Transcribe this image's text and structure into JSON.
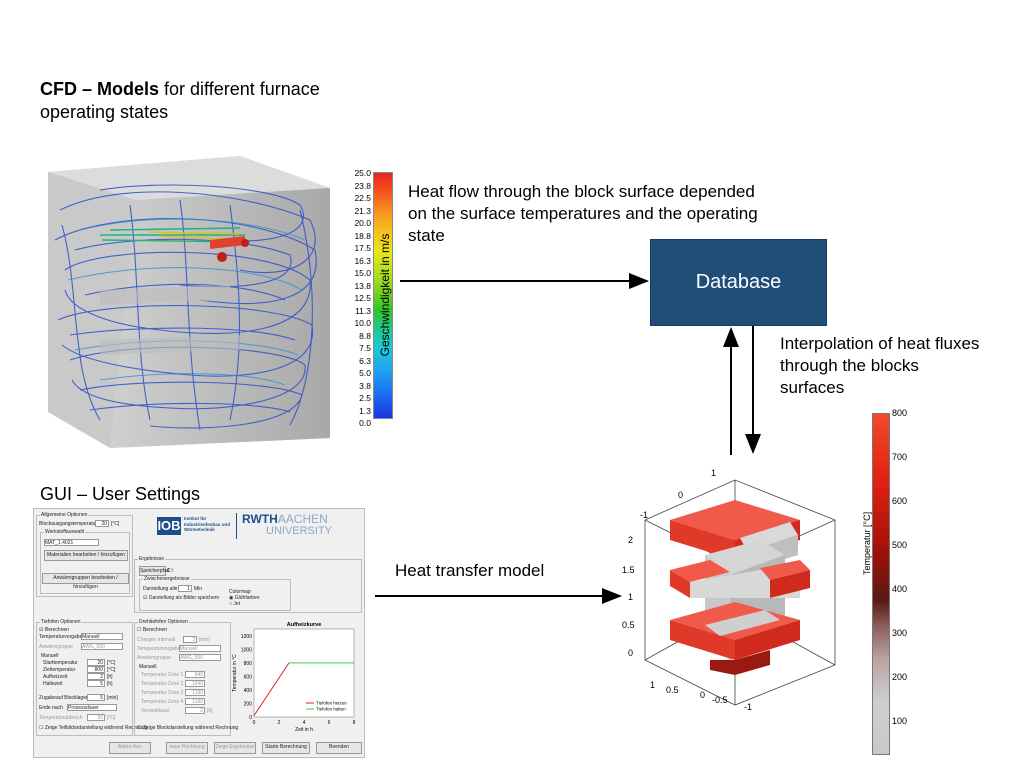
{
  "cfd_heading": {
    "bold": "CFD – Models",
    "rest": " for different furnace operating states"
  },
  "velocity_scale": {
    "label": "Geschwindigkeit in m/s",
    "ticks": [
      "25.0",
      "23.8",
      "22.5",
      "21.3",
      "20.0",
      "18.8",
      "17.5",
      "16.3",
      "15.0",
      "13.8",
      "12.5",
      "11.3",
      "10.0",
      "8.8",
      "7.5",
      "6.3",
      "5.0",
      "3.8",
      "2.5",
      "1.3",
      "0.0"
    ]
  },
  "heat_flow_text": "Heat flow through the block surface depended on the surface temperatures and the operating state",
  "database_label": "Database",
  "interpolation_text": "Interpolation of heat fluxes through the blocks surfaces",
  "gui_heading": "GUI – User Settings",
  "heat_transfer_label": "Heat transfer model",
  "gui": {
    "allg_title": "Allgemeine Optionen",
    "block_temp_label": "Blockausgangstemperatur",
    "block_temp_value": "20",
    "block_temp_unit": "[°C]",
    "werkstoff_title": "Werkstoffauswahl",
    "werkstoff_value": "MAT_1.4021",
    "mat_button": "Materialien bearbeiten / hinzufügen",
    "anw_button": "Anwärmgruppen bearbeiten / hinzufügen",
    "logo_iob": "IOB",
    "logo_iob_text": "Institut für Industrieofenbau und Wärmetechnik",
    "logo_rwth": "RWTH",
    "logo_aachen": "AACHEN",
    "logo_university": "UNIVERSITY",
    "ergebnisse_title": "Ergebnisse",
    "speicherpfad_button": "Speicherpfad",
    "speicherpfad_value": "C:\\",
    "zwischen_title": "Zwischenergebnisse",
    "darstellung_label": "Darstellung alle",
    "darstellung_value": "1",
    "darstellung_unit": "Min",
    "bilder_label": "Darstellung als Bilder speichern",
    "colormap_title": "Colormap",
    "colormap_opt1": "Glühfarben",
    "colormap_opt2": "Jet",
    "tiefofen_title": "Tiefofen Optionen",
    "berechnen": "Berechnen",
    "temp_vorgabe_label": "Temperaturvorgabe",
    "temp_vorgabe_value": "Manuell",
    "anw_gruppe_label": "Anwärmgruppe",
    "anw_gruppe_value": "AWG_500",
    "manuell_title": "Manuell",
    "start_temp_label": "Starttemperatur",
    "start_temp_value": "20",
    "ziel_temp_label": "Zieltemperatur",
    "ziel_temp_value": "800",
    "aufheiz_label": "Aufheizzeit",
    "aufheiz_value": "2",
    "halte_label": "Haltezeit",
    "halte_value": "5",
    "unit_c": "[°C]",
    "unit_h": "[h]",
    "zug_label": "Zugabeauf Blocklagen",
    "zug_value": "5",
    "zug_unit": "[min]",
    "ende_label": "Ende nach",
    "ende_value": "Prozessdauer",
    "temp_abbruch_label": "Temperaturabbruch",
    "temp_abbruch_value": "50",
    "temp_abbruch_unit": "[°C]",
    "zeige_teil": "Zeige Teilbildardarstellung während Rechnung",
    "draht_title": "Drehtiefofen Optionen",
    "draht_berechnen": "Berechnen",
    "chargen_label": "Chargen Intervall",
    "chargen_value": "3",
    "chargen_unit": "[min]",
    "draht_temp_label": "Temperaturvorgabe",
    "draht_temp_value": "Manuell",
    "draht_anw_label": "Anwärmgruppe",
    "draht_anw_value": "AWG_500",
    "draht_manuell": "Manuell",
    "zone1": "Temperatur Zone 1",
    "zone1_v": "940",
    "zone2": "Temperatur Zone 2",
    "zone2_v": "1040",
    "zone3": "Temperatur Zone 3",
    "zone3_v": "1180",
    "zone4": "Temperatur Zone 4",
    "zone4_v": "1180",
    "verweil": "Verweildauer",
    "verweil_v": "2",
    "verweil_u": "[h]",
    "zeige_block": "Zeige Blockdarstellung während Rechnung",
    "btn_abbrechen": "Abbrechen",
    "btn_neue": "neue Rechnung",
    "btn_ergebnisse": "Zeige Ergebnisse",
    "btn_starte": "Starte Berechnung",
    "btn_beenden": "Beenden"
  },
  "chart_data": {
    "type": "line",
    "title": "Aufheizkurve",
    "xlabel": "Zeit in h",
    "ylabel": "Temperatur in °C",
    "xlim": [
      0,
      8
    ],
    "ylim": [
      0,
      1300
    ],
    "xticks": [
      "0",
      "2",
      "4",
      "6",
      "8"
    ],
    "yticks": [
      "0",
      "200",
      "400",
      "600",
      "800",
      "1000",
      "1200"
    ],
    "series": [
      {
        "name": "Tiefofen heizen",
        "color": "#e02020",
        "x": [
          0,
          2.8
        ],
        "y": [
          20,
          800
        ]
      },
      {
        "name": "Tiefofen halten",
        "color": "#30d040",
        "x": [
          2.8,
          8
        ],
        "y": [
          800,
          800
        ]
      }
    ]
  },
  "heatmap_axes": {
    "z_ticks": [
      "2",
      "1.5",
      "1",
      "0.5",
      "0"
    ],
    "x_ticks": [
      "1",
      "0.5",
      "0",
      "-0.5",
      "-1"
    ],
    "top_ticks": [
      "1",
      "0",
      "-1"
    ]
  },
  "temp_scale": {
    "label": "Temperatur [°C]",
    "ticks": [
      "800",
      "700",
      "600",
      "500",
      "400",
      "300",
      "200",
      "100"
    ]
  }
}
